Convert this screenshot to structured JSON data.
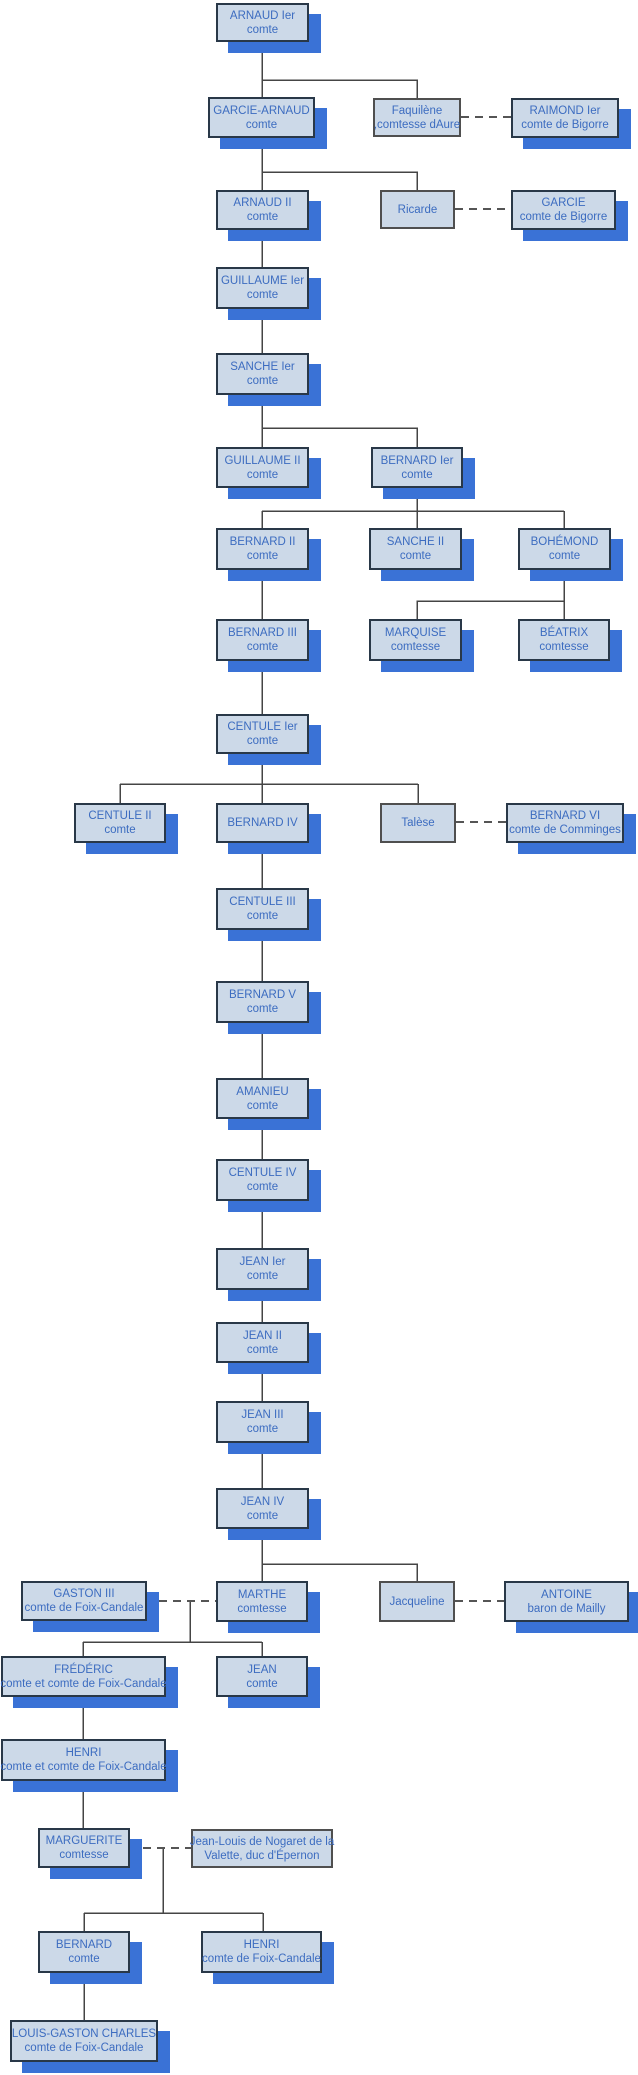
{
  "diagram": {
    "type": "family-tree",
    "background": "#ffffff",
    "colors": {
      "box_fill": "#ccd9e8",
      "box_border_dark": "#293848",
      "box_border_gray": "#4f4f4f",
      "box_shadow_blue": "#3a72d6",
      "text_blue": "#3c6cc0",
      "descent_line": "#454545",
      "marriage_dash": "#555555"
    },
    "nodes": [
      {
        "id": "arnaud-ier",
        "title": "ARNAUD Ier",
        "subtitle": "comte"
      },
      {
        "id": "garcie-arnaud",
        "title": "GARCIE-ARNAUD",
        "subtitle": "comte"
      },
      {
        "id": "faquilene",
        "title": "Faquilène",
        "subtitle": ",comtesse dAure"
      },
      {
        "id": "raimond-ier",
        "title": "RAIMOND Ier",
        "subtitle": "comte de Bigorre"
      },
      {
        "id": "arnaud-ii",
        "title": "ARNAUD II",
        "subtitle": "comte"
      },
      {
        "id": "ricarde",
        "title": "Ricarde"
      },
      {
        "id": "garcie",
        "title": "GARCIE",
        "subtitle": "comte de Bigorre"
      },
      {
        "id": "guillaume-ier",
        "title": "GUILLAUME Ier",
        "subtitle": "comte"
      },
      {
        "id": "sanche-ier",
        "title": "SANCHE Ier",
        "subtitle": "comte"
      },
      {
        "id": "guillaume-ii",
        "title": "GUILLAUME II",
        "subtitle": "comte"
      },
      {
        "id": "bernard-ier",
        "title": "BERNARD Ier",
        "subtitle": "comte"
      },
      {
        "id": "bernard-ii",
        "title": "BERNARD II",
        "subtitle": "comte"
      },
      {
        "id": "sanche-ii",
        "title": "SANCHE II",
        "subtitle": "comte"
      },
      {
        "id": "bohemond",
        "title": "BOHÉMOND",
        "subtitle": "comte"
      },
      {
        "id": "bernard-iii",
        "title": "BERNARD III",
        "subtitle": "comte"
      },
      {
        "id": "marquise",
        "title": "MARQUISE",
        "subtitle": "comtesse"
      },
      {
        "id": "beatrix",
        "title": "BÉATRIX",
        "subtitle": "comtesse"
      },
      {
        "id": "centule-ier",
        "title": "CENTULE Ier",
        "subtitle": "comte"
      },
      {
        "id": "centule-ii",
        "title": "CENTULE II",
        "subtitle": "comte"
      },
      {
        "id": "bernard-iv",
        "title": "BERNARD IV"
      },
      {
        "id": "talese",
        "title": "Talèse"
      },
      {
        "id": "bernard-vi",
        "title": "BERNARD VI",
        "subtitle": "comte de Comminges"
      },
      {
        "id": "centule-iii",
        "title": "CENTULE III",
        "subtitle": "comte"
      },
      {
        "id": "bernard-v",
        "title": "BERNARD V",
        "subtitle": "comte"
      },
      {
        "id": "amanieu",
        "title": "AMANIEU",
        "subtitle": "comte"
      },
      {
        "id": "centule-iv",
        "title": "CENTULE IV",
        "subtitle": "comte"
      },
      {
        "id": "jean-ier",
        "title": "JEAN Ier",
        "subtitle": "comte"
      },
      {
        "id": "jean-ii",
        "title": "JEAN II",
        "subtitle": "comte"
      },
      {
        "id": "jean-iii",
        "title": "JEAN III",
        "subtitle": "comte"
      },
      {
        "id": "jean-iv",
        "title": "JEAN IV",
        "subtitle": "comte"
      },
      {
        "id": "gaston-iii",
        "title": "GASTON III",
        "subtitle": "comte de Foix-Candale"
      },
      {
        "id": "marthe",
        "title": "MARTHE",
        "subtitle": "comtesse"
      },
      {
        "id": "jacqueline",
        "title": "Jacqueline"
      },
      {
        "id": "antoine",
        "title": "ANTOINE",
        "subtitle": "baron de Mailly"
      },
      {
        "id": "frederic",
        "title": "FRÉDÉRIC",
        "subtitle": "comte et comte de Foix-Candale"
      },
      {
        "id": "jean",
        "title": "JEAN",
        "subtitle": "comte"
      },
      {
        "id": "henri-1",
        "title": "HENRI",
        "subtitle": "comte et comte de Foix-Candale"
      },
      {
        "id": "marguerite",
        "title": "MARGUERITE",
        "subtitle": "comtesse"
      },
      {
        "id": "jean-louis-nogaret",
        "title": "Jean-Louis de Nogaret de la",
        "subtitle": "Valette, duc d'Épernon"
      },
      {
        "id": "bernard",
        "title": "BERNARD",
        "subtitle": "comte"
      },
      {
        "id": "henri-2",
        "title": "HENRI",
        "subtitle": "comte de Foix-Candale"
      },
      {
        "id": "louis-gaston-charles",
        "title": "LOUIS-GASTON CHARLES",
        "subtitle": "comte de Foix-Candale"
      }
    ]
  }
}
